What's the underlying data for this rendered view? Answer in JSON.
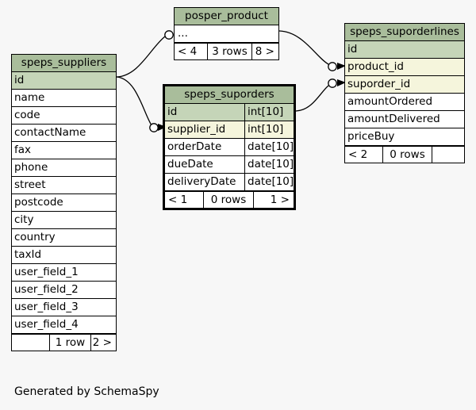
{
  "diagram": {
    "caption": "Generated by SchemaSpy",
    "background": "#f7f7f7",
    "colors": {
      "header": "#a9bd9b",
      "primary_key": "#c5d5b8",
      "foreign_key": "#f5f5dc",
      "plain": "#ffffff",
      "border": "#000000"
    }
  },
  "tables": {
    "suppliers": {
      "title": "speps_suppliers",
      "focus": false,
      "columns": [
        {
          "name": "id",
          "type": "",
          "key": "pk"
        },
        {
          "name": "name",
          "type": "",
          "key": "plain"
        },
        {
          "name": "code",
          "type": "",
          "key": "plain"
        },
        {
          "name": "contactName",
          "type": "",
          "key": "plain"
        },
        {
          "name": "fax",
          "type": "",
          "key": "plain"
        },
        {
          "name": "phone",
          "type": "",
          "key": "plain"
        },
        {
          "name": "street",
          "type": "",
          "key": "plain"
        },
        {
          "name": "postcode",
          "type": "",
          "key": "plain"
        },
        {
          "name": "city",
          "type": "",
          "key": "plain"
        },
        {
          "name": "country",
          "type": "",
          "key": "plain"
        },
        {
          "name": "taxId",
          "type": "",
          "key": "plain"
        },
        {
          "name": "user_field_1",
          "type": "",
          "key": "plain"
        },
        {
          "name": "user_field_2",
          "type": "",
          "key": "plain"
        },
        {
          "name": "user_field_3",
          "type": "",
          "key": "plain"
        },
        {
          "name": "user_field_4",
          "type": "",
          "key": "plain"
        }
      ],
      "footer": {
        "prev": "",
        "rows": "1 row",
        "next": "2 >"
      }
    },
    "product": {
      "title": "posper_product",
      "focus": false,
      "ellipsis": "...",
      "footer": {
        "prev": "< 4",
        "rows": "3 rows",
        "next": "8 >"
      }
    },
    "suporders": {
      "title": "speps_suporders",
      "focus": true,
      "columns": [
        {
          "name": "id",
          "type": "int[10]",
          "key": "pk"
        },
        {
          "name": "supplier_id",
          "type": "int[10]",
          "key": "fk"
        },
        {
          "name": "orderDate",
          "type": "date[10]",
          "key": "plain"
        },
        {
          "name": "dueDate",
          "type": "date[10]",
          "key": "plain"
        },
        {
          "name": "deliveryDate",
          "type": "date[10]",
          "key": "plain"
        }
      ],
      "footer": {
        "prev": "< 1",
        "rows": "0 rows",
        "next": "1 >"
      }
    },
    "suporderlines": {
      "title": "speps_suporderlines",
      "focus": false,
      "columns": [
        {
          "name": "id",
          "type": "",
          "key": "pk"
        },
        {
          "name": "product_id",
          "type": "",
          "key": "fk"
        },
        {
          "name": "suporder_id",
          "type": "",
          "key": "fk"
        },
        {
          "name": "amountOrdered",
          "type": "",
          "key": "plain"
        },
        {
          "name": "amountDelivered",
          "type": "",
          "key": "plain"
        },
        {
          "name": "priceBuy",
          "type": "",
          "key": "plain"
        }
      ],
      "footer": {
        "prev": "< 2",
        "rows": "0 rows",
        "next": ""
      }
    }
  },
  "relationships": [
    {
      "from": "suppliers.id",
      "to": "product",
      "name": "suppliers-to-product"
    },
    {
      "from": "suppliers.id",
      "to": "suporders.supplier_id",
      "name": "suppliers-to-suporders"
    },
    {
      "from": "product",
      "to": "suporderlines.product_id",
      "name": "product-to-suporderlines"
    },
    {
      "from": "suporders.id",
      "to": "suporderlines.suporder_id",
      "name": "suporders-to-suporderlines"
    }
  ]
}
